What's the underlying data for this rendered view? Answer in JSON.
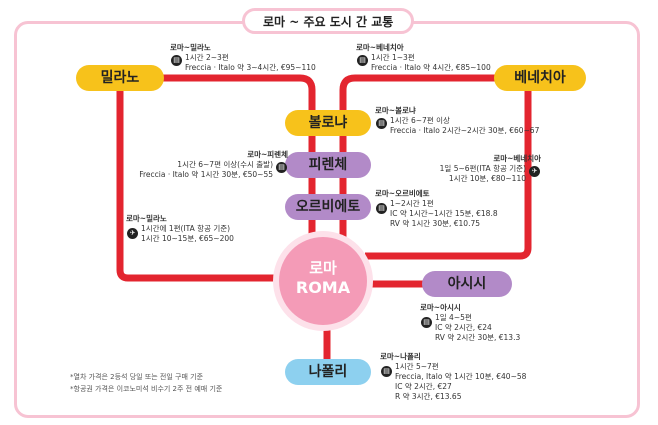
{
  "title": "로마 ~ 주요 도시 간 교통",
  "colors": {
    "line_red": "#e3252f",
    "yellow": "#f7c21b",
    "purple": "#b28ac8",
    "blue": "#8dd0ef",
    "roma": "#f49bb7"
  },
  "stations": {
    "milan": "밀라노",
    "venice": "베네치아",
    "bologna": "볼로냐",
    "florence": "피렌체",
    "orvieto": "오르비에토",
    "roma_ko": "로마",
    "roma_en": "ROMA",
    "assisi": "아시시",
    "naples": "나폴리"
  },
  "routes": {
    "rome_milan_train": {
      "header": "로마~밀라노",
      "icon": "train-icon",
      "lines": [
        "1시간 2~3편",
        "Freccia · Italo 약 3~4시간, €95~110"
      ]
    },
    "rome_venice_train": {
      "header": "로마~베네치아",
      "icon": "train-icon",
      "lines": [
        "1시간 1~3편",
        "Freccia · Italo 약 4시간, €85~100"
      ]
    },
    "rome_bologna_train": {
      "header": "로마~볼로냐",
      "icon": "train-icon",
      "lines": [
        "1시간 6~7편 이상",
        "Freccia · Italo 2시간~2시간 30분, €60~67"
      ]
    },
    "rome_florence_train": {
      "header": "로마~피렌체",
      "icon": "train-icon",
      "lines": [
        "1시간 6~7편 이상(수시 출발)",
        "Freccia · Italo 약 1시간 30분, €50~55"
      ]
    },
    "rome_venice_flight": {
      "header": "로마~베네치아",
      "icon": "plane-icon",
      "lines": [
        "1일 5~6편(ITA 항공 기준)",
        "1시간 10분, €80~110"
      ]
    },
    "rome_orvieto_train": {
      "header": "로마~오르비에토",
      "icon": "train-icon",
      "lines": [
        "1~2시간 1편",
        "IC 약 1시간~1시간 15분, €18.8",
        "RV 약 1시간 30분, €10.75"
      ]
    },
    "rome_milan_flight": {
      "header": "로마~밀라노",
      "icon": "plane-icon",
      "lines": [
        "1시간에 1편(ITA 항공 기준)",
        "1시간 10~15분, €65~200"
      ]
    },
    "rome_assisi_train": {
      "header": "로마~아시시",
      "icon": "train-icon",
      "lines": [
        "1일 4~5편",
        "IC 약 2시간, €24",
        "RV 약 2시간 30분, €13.3"
      ]
    },
    "rome_naples_train": {
      "header": "로마~나폴리",
      "icon": "train-icon",
      "lines": [
        "1시간 5~7편",
        "Freccia, Italo 약 1시간 10분, €40~58",
        "IC 약 2시간, €27",
        "R 약 3시간, €13.65"
      ]
    }
  },
  "notes": [
    "*열차 가격은 2등석 당일 또는 전일 구매 기준",
    "*항공권 가격은 이코노미석 비수기 2주 전 예매 기준"
  ]
}
